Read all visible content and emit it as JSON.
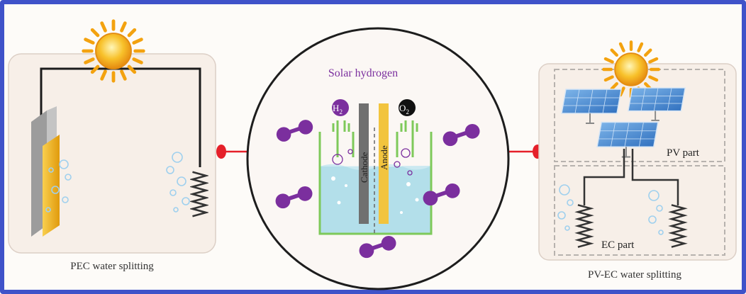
{
  "labels": {
    "pec": "PEC water splitting",
    "pvec": "PV-EC water splitting",
    "solar_hydrogen": "Solar hydrogen",
    "cathode": "Cathode",
    "anode": "Anode",
    "h2_base": "H",
    "h2_sub": "2",
    "o2_base": "O",
    "o2_sub": "2",
    "pv_part": "PV part",
    "ec_part": "EC part"
  },
  "colors": {
    "frame": "#3f52c9",
    "molecule": "#7b2f9e",
    "connector": "#e5202a",
    "electrolyte": "#b3dfea",
    "cell_outline": "#7ec95a",
    "electrode_gold": "#f2b21a",
    "sun": "#f8c12a",
    "panel_blue": "#4c8fd6"
  },
  "icons": [
    "sun-icon",
    "hydrogen-molecule-icon",
    "bubble-icon",
    "solar-panel-icon",
    "coil-electrode-icon"
  ]
}
